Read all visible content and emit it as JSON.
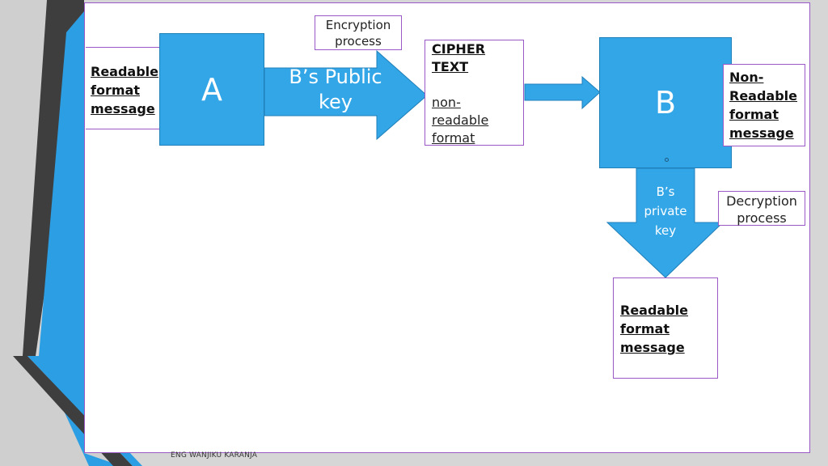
{
  "nodes": {
    "sender_box": "A",
    "receiver_box": "B"
  },
  "labels": {
    "readable_left": [
      "Readable",
      "format",
      "message"
    ],
    "non_readable_right": [
      "Non-",
      "Readable",
      "format",
      "message"
    ],
    "readable_bottom": [
      "Readable",
      "format",
      "message"
    ]
  },
  "cipher": {
    "title": [
      "CIPHER",
      "TEXT"
    ],
    "subtitle": [
      "non-",
      "readable",
      "format"
    ]
  },
  "process": {
    "encryption": [
      "Encryption",
      "process"
    ],
    "decryption": [
      "Decryption",
      "process"
    ]
  },
  "arrows": {
    "public_key": [
      "B’s Public",
      "key"
    ],
    "private_key": [
      "B’s",
      "private",
      "key"
    ]
  },
  "footer": "ENG WANJIKU KARANJA",
  "colors": {
    "shape_fill": "#33a6e8",
    "shape_border": "#1f7fb8",
    "box_border": "#9b59c8"
  }
}
